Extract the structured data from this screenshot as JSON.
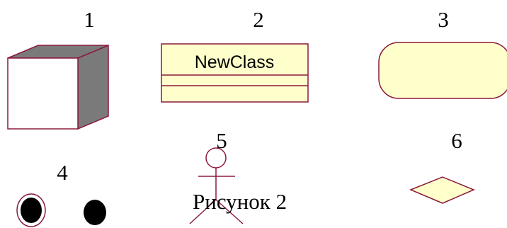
{
  "diagram": {
    "labels": {
      "n1": "1",
      "n2": "2",
      "n3": "3",
      "n4": "4",
      "n5": "5",
      "n6": "6"
    },
    "class_name": "NewClass",
    "caption": "Рисунок 2"
  },
  "colors": {
    "outline": "#8b1a3c",
    "fill": "#ffffcc",
    "cube_side": "#7a7a7a",
    "dot": "#000000"
  },
  "icons": [
    "node-cube-icon",
    "class-box-icon",
    "activity-state-icon",
    "final-state-icon",
    "initial-state-icon",
    "actor-icon",
    "decision-diamond-icon"
  ]
}
